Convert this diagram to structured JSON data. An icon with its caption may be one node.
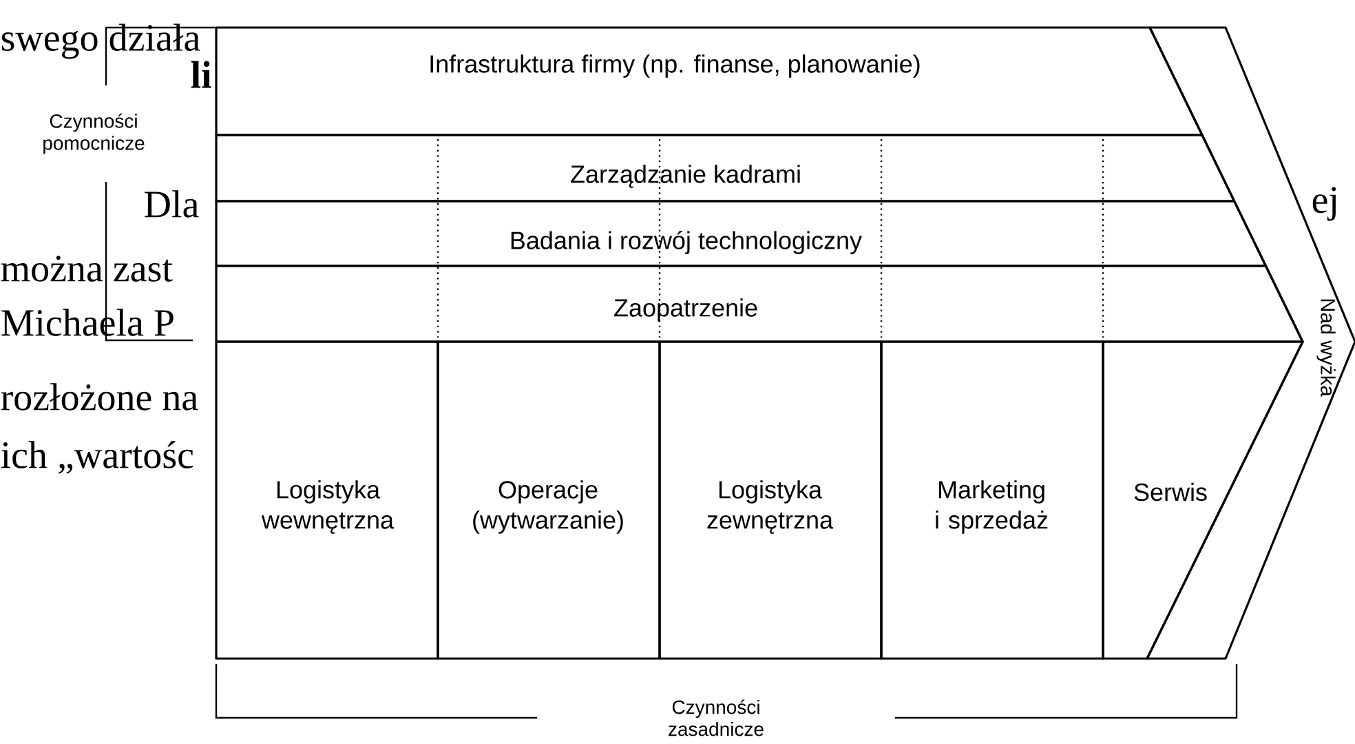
{
  "diagram": {
    "nodes": [
      {
        "text": [
          "Infrastruktura firmy (np. finanse, planowanie)"
        ]
      },
      {
        "text": [
          "Zarządzanie kadrami"
        ]
      },
      {
        "text": [
          "Badania i rozwój technologiczny"
        ]
      },
      {
        "text": [
          "Zaopatrzenie"
        ]
      },
      {
        "text": [
          "Logistyka wewnętrzna"
        ]
      },
      {
        "text": [
          "Operacje (wytwarzanie)"
        ]
      },
      {
        "text": [
          "Logistyka zewnętrzna"
        ]
      },
      {
        "text": [
          "Marketing i sprzedaż"
        ]
      },
      {
        "text": [
          "Serwis"
        ]
      },
      {
        "text": [
          "Nad wyżka"
        ]
      }
    ],
    "labels": [
      "swego działa",
      "li",
      "Czynności pomocnicze",
      "Dla",
      "ej",
      "można zast",
      "Michaela P",
      "rozłożone na",
      "ich „wartośc",
      "Czynności zasadnicze"
    ]
  }
}
